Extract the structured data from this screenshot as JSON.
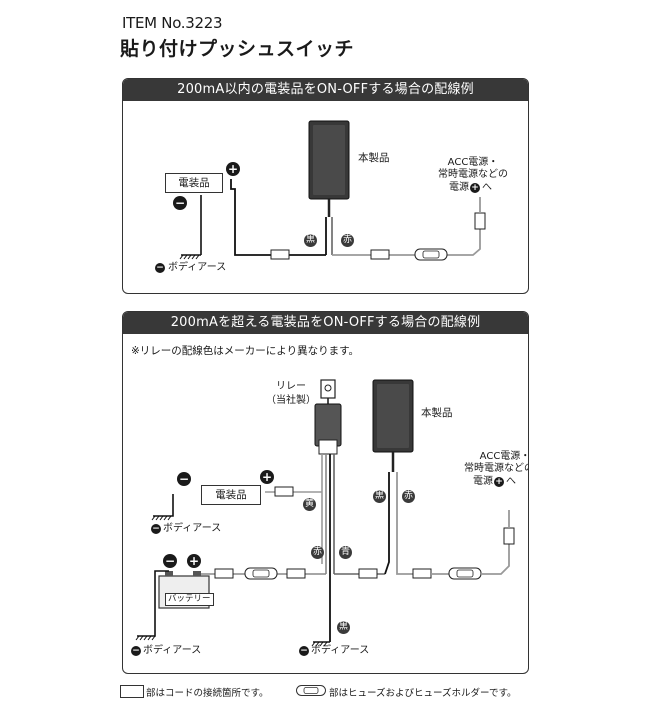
{
  "header": {
    "item_no": "ITEM No.3223",
    "title": "貼り付けプッシュスイッチ"
  },
  "diagram1": {
    "banner": "200mA以内の電装品をON-OFFする場合の配線例",
    "switch_label": "本製品",
    "load_label": "電装品",
    "plus": "+",
    "minus": "−",
    "body_earth": "ボディアース",
    "acc_line1": "ACC電源・",
    "acc_line2": "常時電源などの",
    "acc_line3": "電源",
    "acc_line3_tail": "へ",
    "black": "黒",
    "red": "赤"
  },
  "diagram2": {
    "banner": "200mAを超える電装品をON-OFFする場合の配線例",
    "note": "※リレーの配線色はメーカーにより異なります。",
    "relay_line1": "リレー",
    "relay_line2": "（当社製）",
    "switch_label": "本製品",
    "load_label": "電装品",
    "battery_label": "バッテリー",
    "plus": "+",
    "minus": "−",
    "body_earth": "ボディアース",
    "acc_line1": "ACC電源・",
    "acc_line2": "常時電源などの",
    "acc_line3": "電源",
    "acc_line3_tail": "へ",
    "yellow": "黄",
    "red": "赤",
    "blue": "青",
    "black": "黒"
  },
  "footer": {
    "connector_note": "部はコードの接続箇所です。",
    "fuse_note": "部はヒューズおよびヒューズホルダーです。"
  }
}
